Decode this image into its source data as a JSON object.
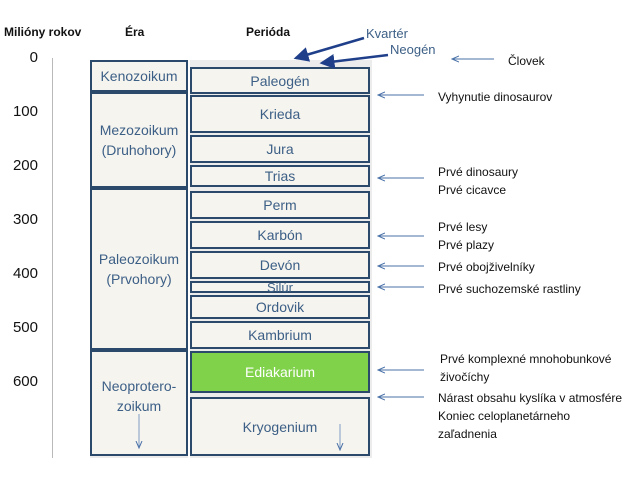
{
  "headers": {
    "millions": "Milióny rokov",
    "era": "Éra",
    "period": "Perióda"
  },
  "scale": {
    "ticks": [
      "0",
      "100",
      "200",
      "300",
      "400",
      "500",
      "600"
    ]
  },
  "eras": {
    "kenozoikum": "Kenozoikum",
    "mezozoikum": "Mezozoikum\n(Druhohory)",
    "paleozoikum": "Paleozoikum\n(Prvohory)",
    "neoproterozoikum": "Neoprotero-\nzoikum"
  },
  "periods": {
    "paleogen": "Paleogén",
    "krieda": "Krieda",
    "jura": "Jura",
    "trias": "Trias",
    "perm": "Perm",
    "karbon": "Karbón",
    "devon": "Devón",
    "silur": "Silúr",
    "ordovik": "Ordovik",
    "kambrium": "Kambrium",
    "ediakarium": "Ediakarium",
    "kryogenium": "Kryogenium"
  },
  "callouts": {
    "kvarter": "Kvartér",
    "neogen": "Neogén"
  },
  "events": {
    "clovek": "Človek",
    "vyhynutie": "Vyhynutie dinosaurov",
    "dinosaury": "Prvé dinosaury\nPrvé cicavce",
    "lesy": "Prvé lesy\nPrvé plazy",
    "obojzivelniky": "Prvé obojživelníky",
    "rastliny": "Prvé suchozemské rastliny",
    "mnohobunkove": "Prvé komplexné mnohobunkové\nživočíchy",
    "kyslik": "Nárast obsahu kyslíka v atmosfére\nKoniec celoplanetárneho\nzaľadnenia"
  },
  "colors": {
    "box_border": "#2b4a6b",
    "box_text": "#3c5f86",
    "box_fill": "#f6f4ef",
    "ediakarium_fill": "#7fd24a",
    "arrow": "#4a72a8"
  }
}
